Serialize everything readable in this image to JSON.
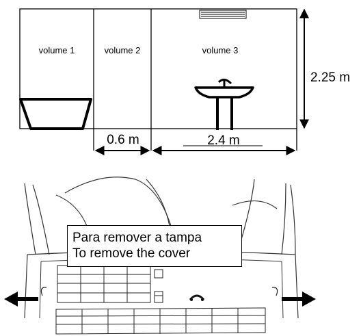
{
  "zones": {
    "volume1": "volume 1",
    "volume2": "volume 2",
    "volume3": "volume 3"
  },
  "dimensions": {
    "height": "2.25 m",
    "width_volume2": "0.6 m",
    "width_volume3": "2.4 m"
  },
  "callout": {
    "line1": "Para remover a tampa",
    "line2": "To remove the cover"
  },
  "icons": {
    "bathtub": "bathtub-icon",
    "washbasin": "washbasin-icon",
    "radiator": "radiator-icon",
    "cover_slot": "cover-release-icon",
    "arrow_left": "arrow-left-icon",
    "arrow_right": "arrow-right-icon"
  }
}
